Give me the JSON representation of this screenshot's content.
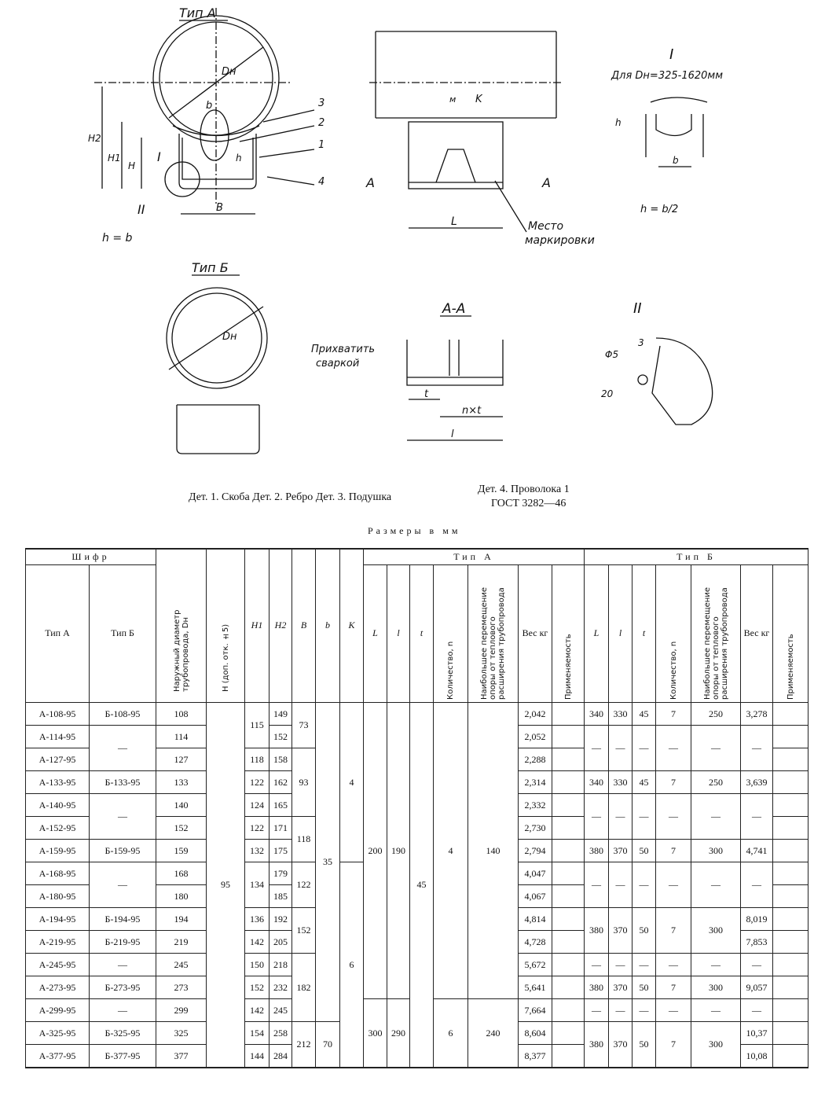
{
  "drawings": {
    "type_a": "Тип А",
    "type_b": "Тип Б",
    "dn": "Dн",
    "b": "b",
    "h": "h",
    "h1": "H1",
    "h2": "H2",
    "H": "H",
    "B": "B",
    "callout_1": "1",
    "callout_2": "2",
    "callout_3": "3",
    "callout_4": "4",
    "view_I": "I",
    "view_II": "II",
    "h_eq_b": "h = b",
    "section_arrow": "A",
    "L": "L",
    "m": "м",
    "K": "K",
    "marking_1": "Место",
    "marking_2": "маркировки",
    "detail_I_note": "Для Dн=325-1620мм",
    "h_eq_b2": "h = b/2",
    "section_aa": "А-А",
    "tack_1": "Прихватить",
    "tack_2": "сваркой",
    "t": "t",
    "nt": "n×t",
    "l": "l",
    "phi5": "Φ5",
    "dim3": "3",
    "dim20": "20"
  },
  "captions": {
    "parts": "Дет. 1. Скоба   Дет. 2. Ребро  Дет. 3. Подушка",
    "part4_line1": "Дет. 4. Проволока 1",
    "part4_line2": "ГОСТ 3282—46",
    "units": "Размеры в мм"
  },
  "table": {
    "headers": {
      "shifr": "Шифр",
      "type_a_group": "Тип А",
      "type_b_group": "Тип Б",
      "type_a": "Тип А",
      "type_b": "Тип Б",
      "dn": "Наружный диаметр трубопровода, Dн",
      "H": "H (доп. отк. ±5)",
      "H1": "H1",
      "H2": "H2",
      "B": "B",
      "b": "b",
      "K": "K",
      "L": "L",
      "l": "l",
      "t": "t",
      "n": "Количество, n",
      "move": "Наибольшее перемещение опоры от теплового расширения трубопровода",
      "weight": "Вес кг",
      "applic": "Применяемость"
    },
    "rows": [
      [
        [
          "А-108-95",
          1
        ],
        [
          "Б-108-95",
          1
        ],
        [
          "108",
          1
        ],
        [
          "95",
          16
        ],
        [
          "115",
          2
        ],
        [
          "149",
          1
        ],
        [
          "73",
          2
        ],
        [
          "35",
          14
        ],
        [
          "4",
          7
        ],
        [
          "200",
          13
        ],
        [
          "190",
          13
        ],
        [
          "45",
          16
        ],
        [
          "4",
          13
        ],
        [
          "140",
          13
        ],
        [
          "2,042",
          1
        ],
        [
          "",
          1
        ],
        [
          "340",
          1
        ],
        [
          "330",
          1
        ],
        [
          "45",
          1
        ],
        [
          "7",
          1
        ],
        [
          "250",
          1
        ],
        [
          "3,278",
          1
        ],
        [
          "",
          1
        ]
      ],
      [
        [
          "А-114-95",
          1
        ],
        [
          "—",
          2
        ],
        [
          "114",
          1
        ],
        [
          "152",
          1
        ],
        [
          "2,052",
          1
        ],
        [
          "",
          1
        ],
        [
          "—",
          2
        ],
        [
          "—",
          2
        ],
        [
          "—",
          2
        ],
        [
          "—",
          2
        ],
        [
          "—",
          2
        ],
        [
          "—",
          2
        ],
        [
          "",
          1
        ]
      ],
      [
        [
          "А-127-95",
          1
        ],
        [
          "127",
          1
        ],
        [
          "118",
          1
        ],
        [
          "158",
          1
        ],
        [
          "93",
          3
        ],
        [
          "2,288",
          1
        ],
        [
          "",
          1
        ],
        [
          "",
          1
        ]
      ],
      [
        [
          "А-133-95",
          1
        ],
        [
          "Б-133-95",
          1
        ],
        [
          "133",
          1
        ],
        [
          "122",
          1
        ],
        [
          "162",
          1
        ],
        [
          "2,314",
          1
        ],
        [
          "",
          1
        ],
        [
          "340",
          1
        ],
        [
          "330",
          1
        ],
        [
          "45",
          1
        ],
        [
          "7",
          1
        ],
        [
          "250",
          1
        ],
        [
          "3,639",
          1
        ],
        [
          "",
          1
        ]
      ],
      [
        [
          "А-140-95",
          1
        ],
        [
          "—",
          2
        ],
        [
          "140",
          1
        ],
        [
          "124",
          1
        ],
        [
          "165",
          1
        ],
        [
          "2,332",
          1
        ],
        [
          "",
          1
        ],
        [
          "—",
          2
        ],
        [
          "—",
          2
        ],
        [
          "—",
          2
        ],
        [
          "—",
          2
        ],
        [
          "—",
          2
        ],
        [
          "—",
          2
        ],
        [
          "",
          1
        ]
      ],
      [
        [
          "А-152-95",
          1
        ],
        [
          "152",
          1
        ],
        [
          "122",
          1
        ],
        [
          "171",
          1
        ],
        [
          "118",
          2
        ],
        [
          "2,730",
          1
        ],
        [
          "",
          1
        ],
        [
          "",
          1
        ]
      ],
      [
        [
          "А-159-95",
          1
        ],
        [
          "Б-159-95",
          1
        ],
        [
          "159",
          1
        ],
        [
          "132",
          1
        ],
        [
          "175",
          1
        ],
        [
          "2,794",
          1
        ],
        [
          "",
          1
        ],
        [
          "380",
          1
        ],
        [
          "370",
          1
        ],
        [
          "50",
          1
        ],
        [
          "7",
          1
        ],
        [
          "300",
          1
        ],
        [
          "4,741",
          1
        ],
        [
          "",
          1
        ]
      ],
      [
        [
          "А-168-95",
          1
        ],
        [
          "—",
          2
        ],
        [
          "168",
          1
        ],
        [
          "134",
          2
        ],
        [
          "179",
          1
        ],
        [
          "122",
          2
        ],
        [
          "6",
          9
        ],
        [
          "4,047",
          1
        ],
        [
          "",
          1
        ],
        [
          "—",
          2
        ],
        [
          "—",
          2
        ],
        [
          "—",
          2
        ],
        [
          "—",
          2
        ],
        [
          "—",
          2
        ],
        [
          "—",
          2
        ],
        [
          "",
          1
        ]
      ],
      [
        [
          "А-180-95",
          1
        ],
        [
          "180",
          1
        ],
        [
          "185",
          1
        ],
        [
          "4,067",
          1
        ],
        [
          "",
          1
        ],
        [
          "",
          1
        ]
      ],
      [
        [
          "А-194-95",
          1
        ],
        [
          "Б-194-95",
          1
        ],
        [
          "194",
          1
        ],
        [
          "136",
          1
        ],
        [
          "192",
          1
        ],
        [
          "152",
          2
        ],
        [
          "4,814",
          1
        ],
        [
          "",
          1
        ],
        [
          "380",
          2
        ],
        [
          "370",
          2
        ],
        [
          "50",
          2
        ],
        [
          "7",
          2
        ],
        [
          "300",
          2
        ],
        [
          "8,019",
          1
        ],
        [
          "",
          1
        ]
      ],
      [
        [
          "А-219-95",
          1
        ],
        [
          "Б-219-95",
          1
        ],
        [
          "219",
          1
        ],
        [
          "142",
          1
        ],
        [
          "205",
          1
        ],
        [
          "4,728",
          1
        ],
        [
          "",
          1
        ],
        [
          "7,853",
          1
        ],
        [
          "",
          1
        ]
      ],
      [
        [
          "А-245-95",
          1
        ],
        [
          "—",
          1
        ],
        [
          "245",
          1
        ],
        [
          "150",
          1
        ],
        [
          "218",
          1
        ],
        [
          "182",
          3
        ],
        [
          "5,672",
          1
        ],
        [
          "",
          1
        ],
        [
          "—",
          1
        ],
        [
          "—",
          1
        ],
        [
          "—",
          1
        ],
        [
          "—",
          1
        ],
        [
          "—",
          1
        ],
        [
          "—",
          1
        ],
        [
          "",
          1
        ]
      ],
      [
        [
          "А-273-95",
          1
        ],
        [
          "Б-273-95",
          1
        ],
        [
          "273",
          1
        ],
        [
          "152",
          1
        ],
        [
          "232",
          1
        ],
        [
          "5,641",
          1
        ],
        [
          "",
          1
        ],
        [
          "380",
          1
        ],
        [
          "370",
          1
        ],
        [
          "50",
          1
        ],
        [
          "7",
          1
        ],
        [
          "300",
          1
        ],
        [
          "9,057",
          1
        ],
        [
          "",
          1
        ]
      ],
      [
        [
          "А-299-95",
          1
        ],
        [
          "—",
          1
        ],
        [
          "299",
          1
        ],
        [
          "142",
          1
        ],
        [
          "245",
          1
        ],
        [
          "300",
          3
        ],
        [
          "290",
          3
        ],
        [
          "6",
          3
        ],
        [
          "240",
          3
        ],
        [
          "7,664",
          1
        ],
        [
          "",
          1
        ],
        [
          "—",
          1
        ],
        [
          "—",
          1
        ],
        [
          "—",
          1
        ],
        [
          "—",
          1
        ],
        [
          "—",
          1
        ],
        [
          "—",
          1
        ],
        [
          "",
          1
        ]
      ],
      [
        [
          "А-325-95",
          1
        ],
        [
          "Б-325-95",
          1
        ],
        [
          "325",
          1
        ],
        [
          "154",
          1
        ],
        [
          "258",
          1
        ],
        [
          "212",
          2
        ],
        [
          "70",
          2
        ],
        [
          "8,604",
          1
        ],
        [
          "",
          1
        ],
        [
          "380",
          2
        ],
        [
          "370",
          2
        ],
        [
          "50",
          2
        ],
        [
          "7",
          2
        ],
        [
          "300",
          2
        ],
        [
          "10,37",
          1
        ],
        [
          "",
          1
        ]
      ],
      [
        [
          "А-377-95",
          1
        ],
        [
          "Б-377-95",
          1
        ],
        [
          "377",
          1
        ],
        [
          "144",
          1
        ],
        [
          "284",
          1
        ],
        [
          "8,377",
          1
        ],
        [
          "",
          1
        ],
        [
          "10,08",
          1
        ],
        [
          "",
          1
        ]
      ]
    ]
  }
}
